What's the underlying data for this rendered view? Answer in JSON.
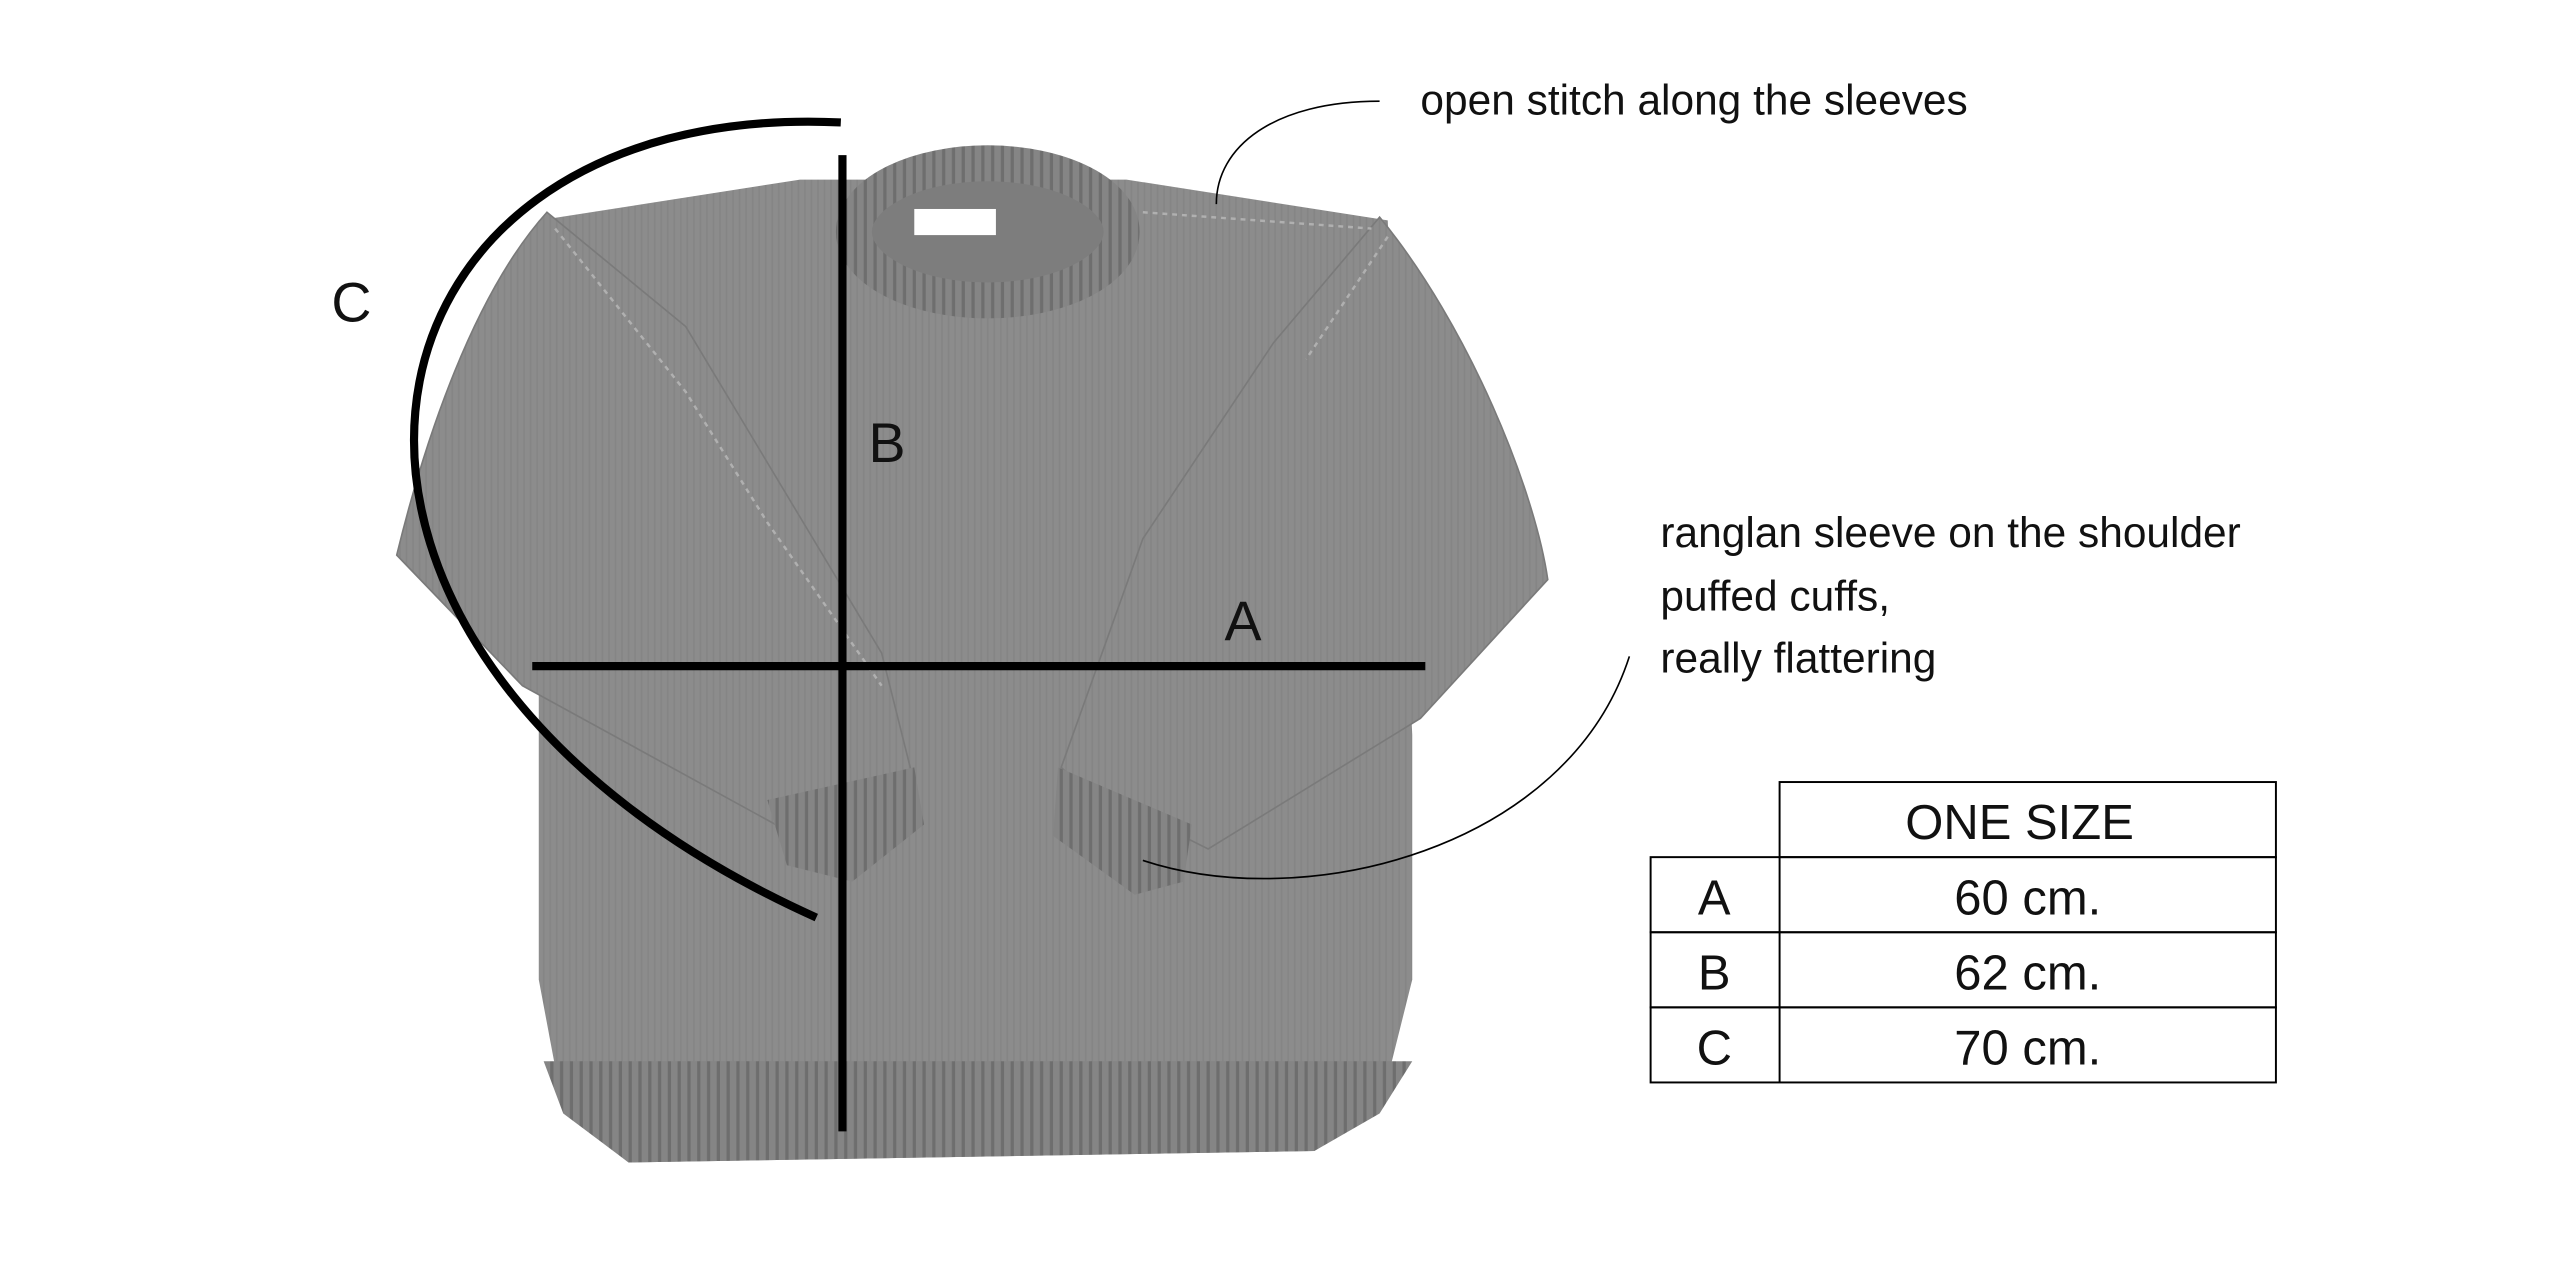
{
  "annotations": {
    "open_stitch": "open stitch along the sleeves",
    "raglan_line1": "ranglan sleeve on the shoulder",
    "raglan_line2": "puffed cuffs,",
    "raglan_line3": "really flattering"
  },
  "measure_labels": {
    "a": "A",
    "b": "B",
    "c": "C"
  },
  "size_table": {
    "header": "ONE SIZE",
    "rows": [
      {
        "label": "A",
        "value": "60 cm."
      },
      {
        "label": "B",
        "value": "62 cm."
      },
      {
        "label": "C",
        "value": "70 cm."
      }
    ]
  },
  "colors": {
    "sweater": "#8c8c8c",
    "rib": "#7a7a7a",
    "line": "#000000"
  }
}
